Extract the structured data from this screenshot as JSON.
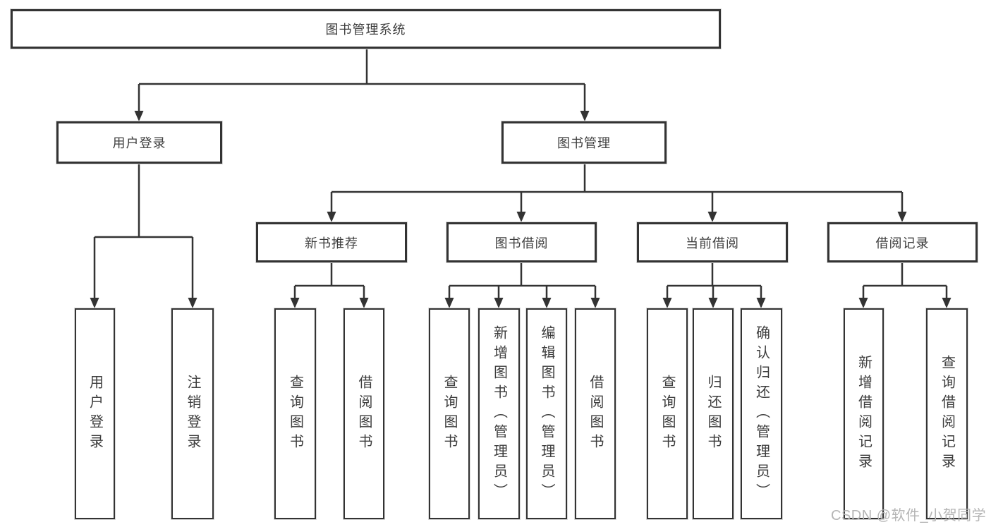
{
  "diagram": {
    "root": {
      "label": "图书管理系统"
    },
    "level2": [
      {
        "label": "用户登录"
      },
      {
        "label": "图书管理"
      }
    ],
    "level3": [
      {
        "label": "新书推荐"
      },
      {
        "label": "图书借阅"
      },
      {
        "label": "当前借阅"
      },
      {
        "label": "借阅记录"
      }
    ],
    "leaves": {
      "user_login": [
        "用户登录",
        "注销登录"
      ],
      "new_book_recommend": [
        "查询图书",
        "借阅图书"
      ],
      "book_borrow": [
        "查询图书",
        "新增图书（管理员）",
        "编辑图书（管理员）",
        "借阅图书"
      ],
      "current_borrow": [
        "查询图书",
        "归还图书",
        "确认归还（管理员）"
      ],
      "borrow_records": [
        "新增借阅记录",
        "查询借阅记录"
      ]
    }
  },
  "watermark": {
    "text": "CSDN @软件_小贺同学"
  },
  "colors": {
    "line": "#333333",
    "text": "#3d3d3d",
    "box_bg": "#ffffff",
    "background": "#ffffff",
    "watermark": "#b5b5b5"
  }
}
